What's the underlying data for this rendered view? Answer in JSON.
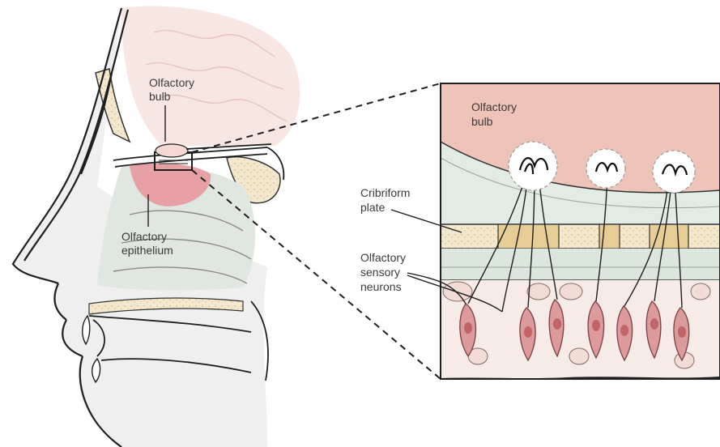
{
  "labels": {
    "left_bulb": [
      "Olfactory",
      "bulb"
    ],
    "epithelium": [
      "Olfactory",
      "epithelium"
    ],
    "right_bulb": [
      "Olfactory",
      "bulb"
    ],
    "cribriform": [
      "Cribriform",
      "plate"
    ],
    "neurons": [
      "Olfactory",
      "sensory",
      "neurons"
    ]
  },
  "colors": {
    "brain": "#f8e6e2",
    "bulb_tissue": "#e9b9af",
    "bone": "#f1e3c4",
    "cribriform_block": "#e6cc95",
    "epithelium": "#e7a0a4",
    "mucosa_green": "#dbe6dd",
    "skin": "#e8e8e8",
    "outline": "#222222",
    "neuron": "#cf7d80"
  }
}
